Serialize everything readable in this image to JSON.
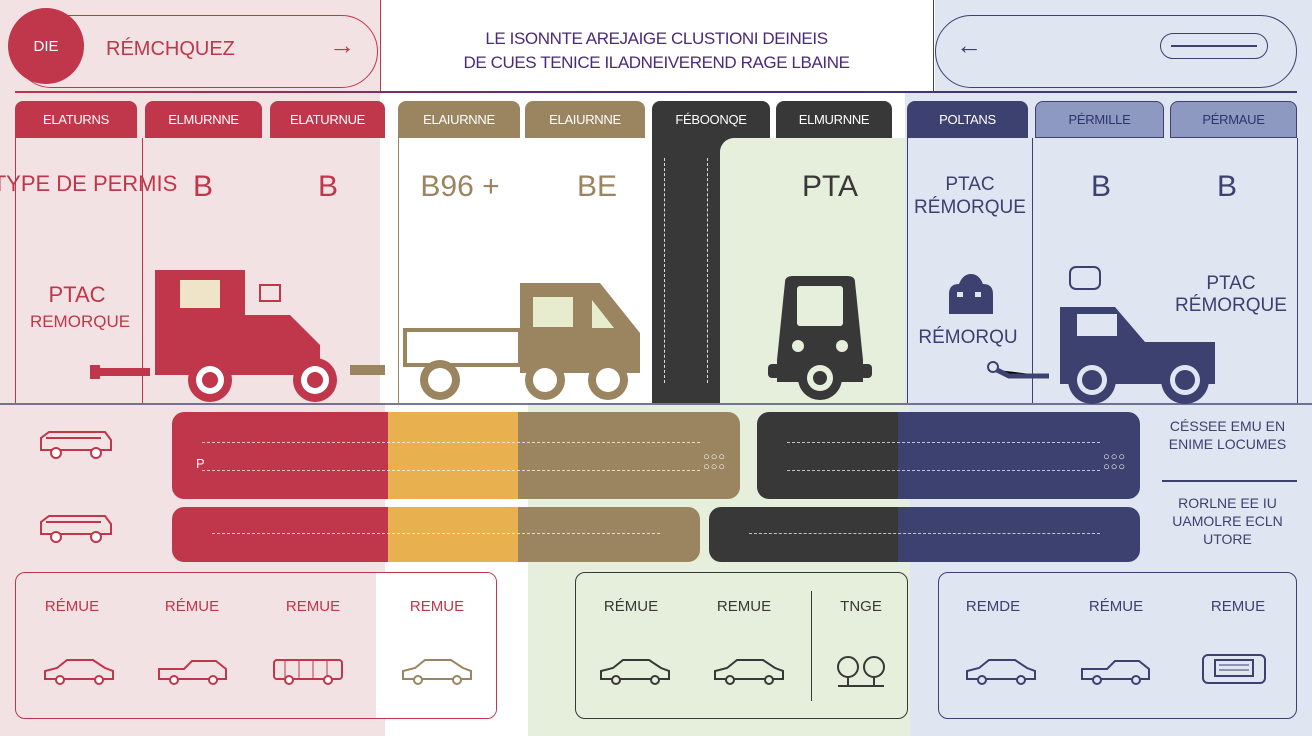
{
  "header": {
    "badge": "DIE",
    "left_pill": "RÉMCHQUEZ",
    "title_line1": "LE ISONNTE AREJAIGE CLUSTIONI DEINEIS",
    "title_line2": "DE CUES TENICE ILADNEIVEREND RAGE LBAINE"
  },
  "tabs": [
    {
      "label": "ELATURNS",
      "color": "#c0364a"
    },
    {
      "label": "ELMURNNE",
      "color": "#c0364a"
    },
    {
      "label": "ELATURNUE",
      "color": "#c0364a"
    },
    {
      "label": "ELAIURNNE",
      "color": "#9a8560"
    },
    {
      "label": "ELAIURNNE",
      "color": "#9a8560"
    },
    {
      "label": "FÉBOONQE",
      "color": "#383838"
    },
    {
      "label": "ELMURNNE",
      "color": "#383838"
    },
    {
      "label": "POLTANS",
      "color": "#3d4170"
    },
    {
      "label": "PÉRMILLE",
      "color": "#8e99c2"
    },
    {
      "label": "PÉRMAUE",
      "color": "#8e99c2"
    }
  ],
  "row1": {
    "type_label": "TYPE DE PERMIS",
    "b1": "B",
    "b2": "B",
    "b96": "B96 +",
    "be": "BE",
    "pta": "PTA",
    "ptac_label": "PTAC RÉMORQUE",
    "b3": "B",
    "b4": "B"
  },
  "row2": {
    "ptac_left": "PTAC",
    "remorque_left": "REMORQUE",
    "remorqu_right": "RÉMORQU",
    "ptac_right": "PTAC",
    "remorque_right": "RÉMORQUE"
  },
  "bars": {
    "row1_label": "P"
  },
  "right_notes": {
    "note1": "CÉSSEE EMU EN ENIME LOCUMES",
    "note2": "RORLNE EE IU UAMOLRE ECLN UTORE"
  },
  "bottom": {
    "left": [
      "RÉMUE",
      "RÉMUE",
      "REMUE",
      "REMUE"
    ],
    "middle": [
      "RÉMUE",
      "REMUE",
      "TNGE"
    ],
    "right": [
      "REMDE",
      "RÉMUE",
      "REMUE"
    ]
  },
  "colors": {
    "red": "#c0364a",
    "yellow": "#e8b04e",
    "tan": "#9a8560",
    "dark": "#383838",
    "navy": "#3d4170",
    "purple": "#4a2a7a"
  }
}
